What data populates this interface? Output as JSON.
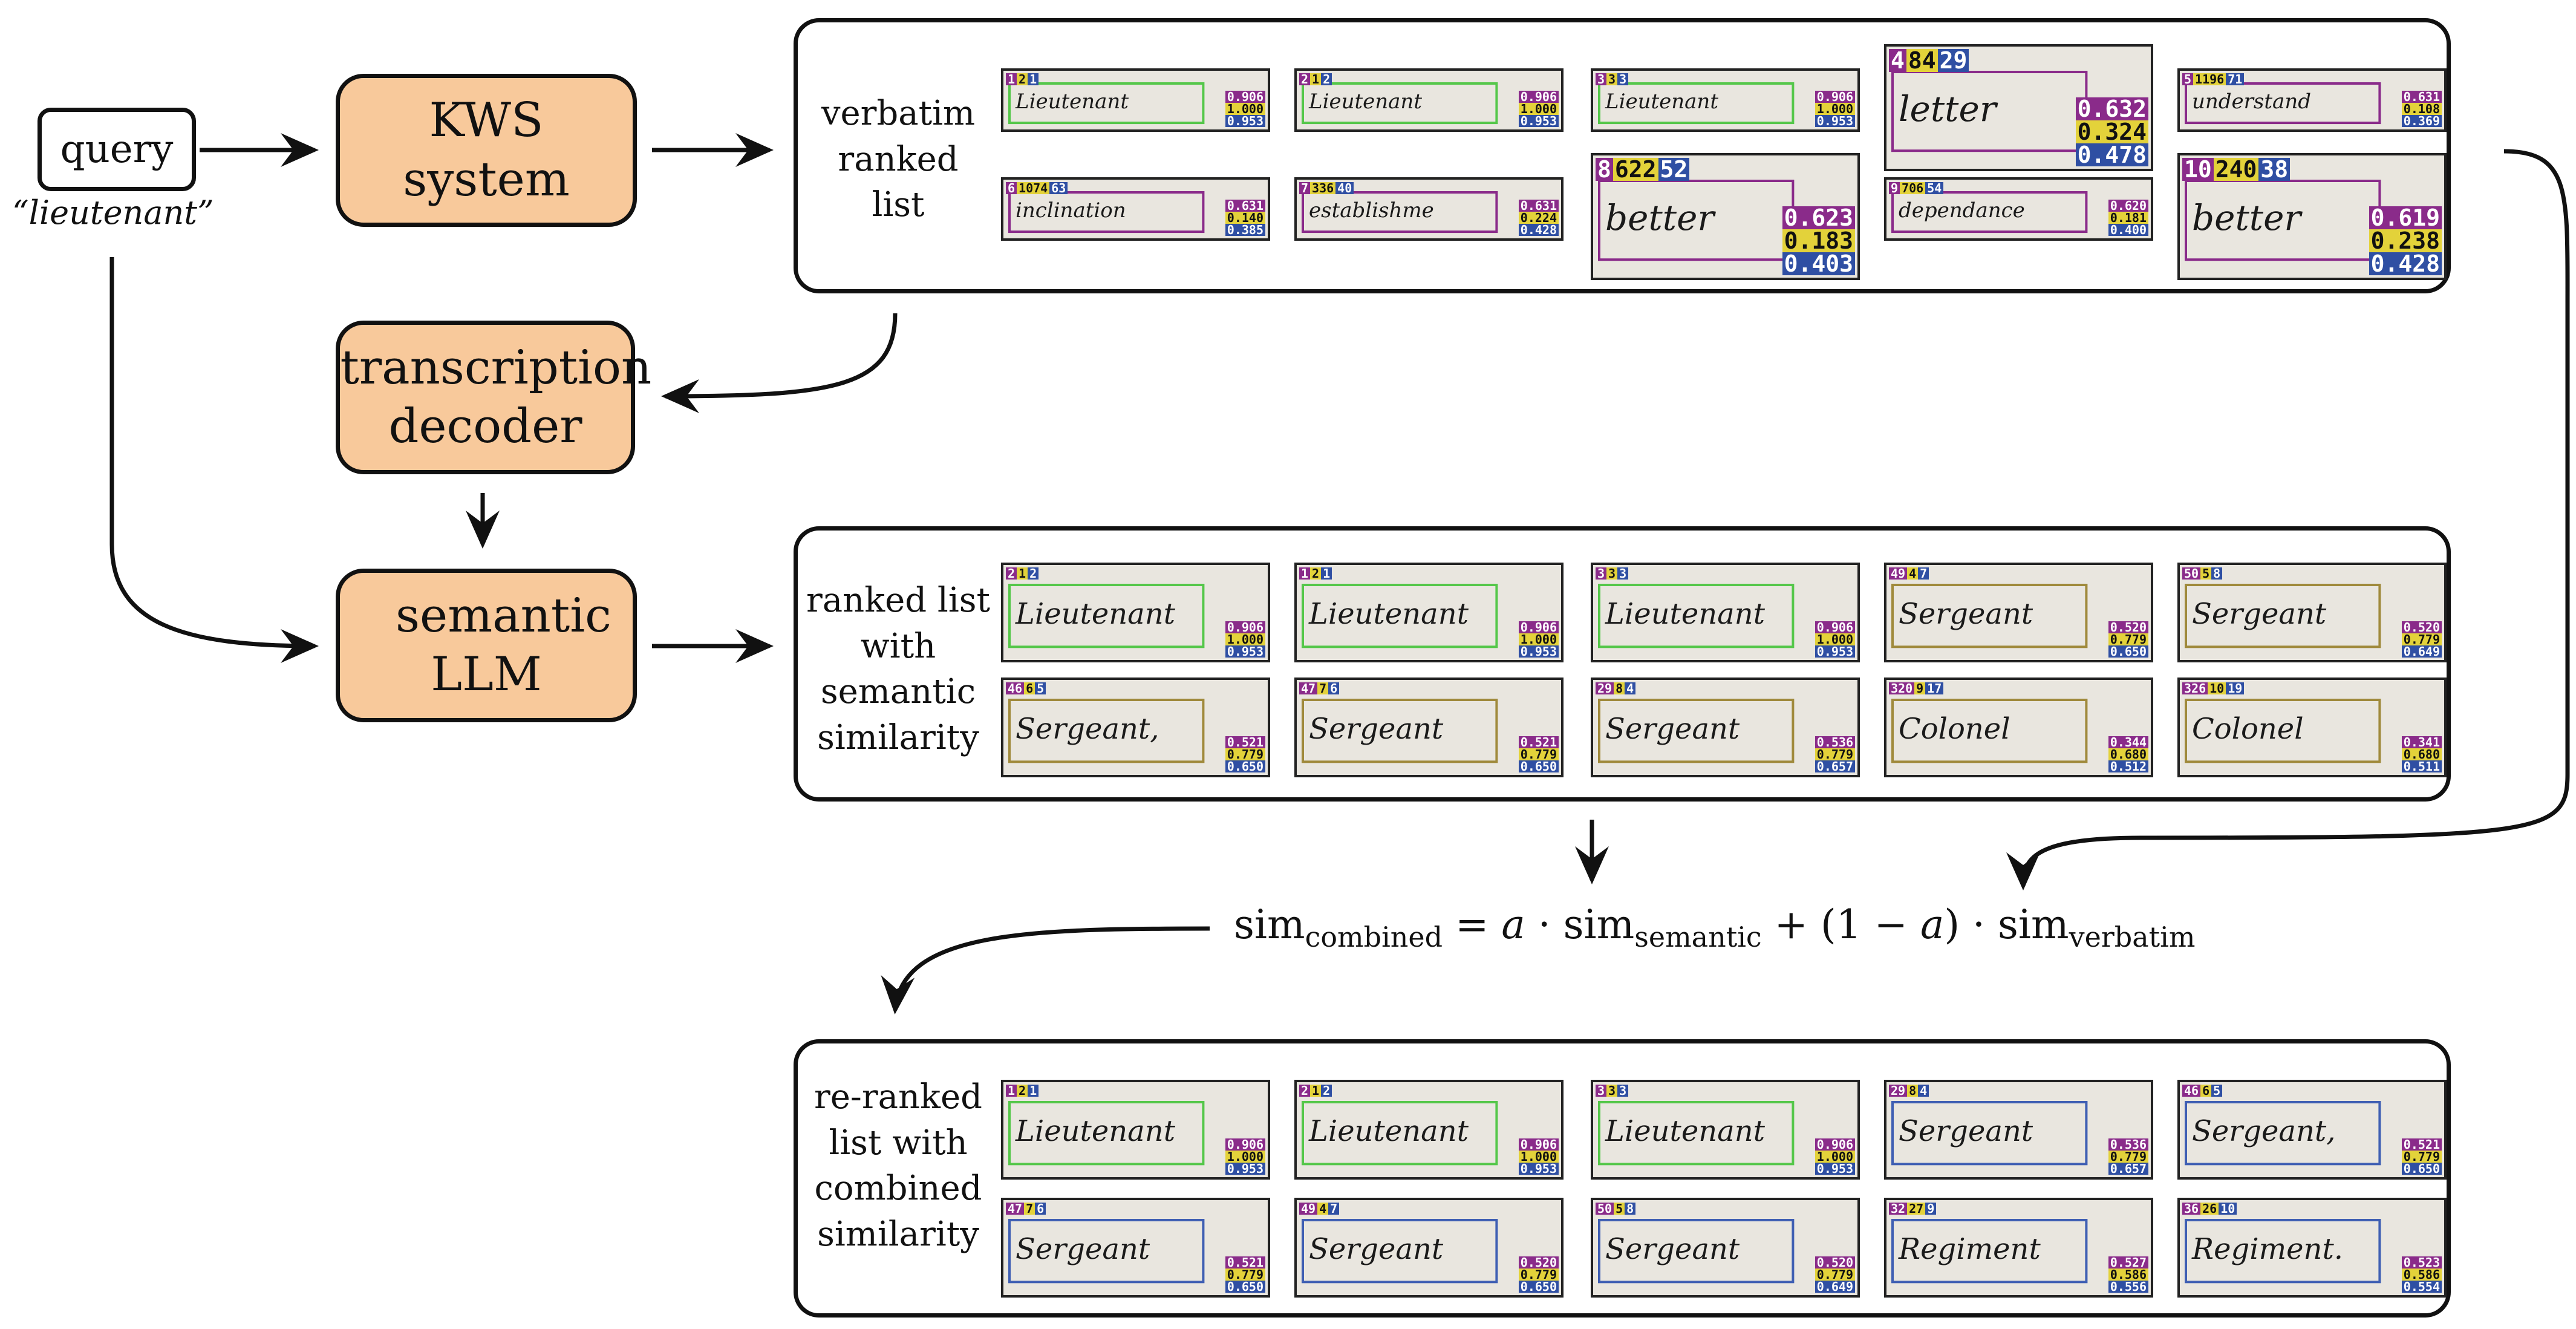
{
  "query": {
    "label": "query",
    "term": "“lieutenant”"
  },
  "processes": {
    "kws": "KWS system",
    "decoder": "transcription decoder",
    "llm": "semantic LLM"
  },
  "panels": [
    {
      "label": "verbatim ranked list",
      "thumbs": [
        {
          "word": "Lieutenant",
          "rank": [
            "1",
            "2",
            "1"
          ],
          "scores": [
            "0.906",
            "1.000",
            "0.953"
          ],
          "box": "#55c74a"
        },
        {
          "word": "Lieutenant",
          "rank": [
            "2",
            "1",
            "2"
          ],
          "scores": [
            "0.906",
            "1.000",
            "0.953"
          ],
          "box": "#55c74a"
        },
        {
          "word": "Lieutenant",
          "rank": [
            "3",
            "3",
            "3"
          ],
          "scores": [
            "0.906",
            "1.000",
            "0.953"
          ],
          "box": "#55c74a"
        },
        {
          "word": "letter",
          "rank": [
            "4",
            "84",
            "29"
          ],
          "scores": [
            "0.632",
            "0.324",
            "0.478"
          ],
          "box": "#8a2b8a"
        },
        {
          "word": "understand",
          "rank": [
            "5",
            "1196",
            "71"
          ],
          "scores": [
            "0.631",
            "0.108",
            "0.369"
          ],
          "box": "#8a2b8a"
        },
        {
          "word": "inclination",
          "rank": [
            "6",
            "1074",
            "63"
          ],
          "scores": [
            "0.631",
            "0.140",
            "0.385"
          ],
          "box": "#8a2b8a"
        },
        {
          "word": "establishme",
          "rank": [
            "7",
            "336",
            "40"
          ],
          "scores": [
            "0.631",
            "0.224",
            "0.428"
          ],
          "box": "#8a2b8a"
        },
        {
          "word": "better",
          "rank": [
            "8",
            "622",
            "52"
          ],
          "scores": [
            "0.623",
            "0.183",
            "0.403"
          ],
          "box": "#8a2b8a"
        },
        {
          "word": "dependance",
          "rank": [
            "9",
            "706",
            "54"
          ],
          "scores": [
            "0.620",
            "0.181",
            "0.400"
          ],
          "box": "#8a2b8a"
        },
        {
          "word": "better",
          "rank": [
            "10",
            "240",
            "38"
          ],
          "scores": [
            "0.619",
            "0.238",
            "0.428"
          ],
          "box": "#8a2b8a"
        }
      ]
    },
    {
      "label": "ranked list with semantic similarity",
      "thumbs": [
        {
          "word": "Lieutenant",
          "rank": [
            "2",
            "1",
            "2"
          ],
          "scores": [
            "0.906",
            "1.000",
            "0.953"
          ],
          "box": "#55c74a"
        },
        {
          "word": "Lieutenant",
          "rank": [
            "1",
            "2",
            "1"
          ],
          "scores": [
            "0.906",
            "1.000",
            "0.953"
          ],
          "box": "#55c74a"
        },
        {
          "word": "Lieutenant",
          "rank": [
            "3",
            "3",
            "3"
          ],
          "scores": [
            "0.906",
            "1.000",
            "0.953"
          ],
          "box": "#55c74a"
        },
        {
          "word": "Sergeant",
          "rank": [
            "49",
            "4",
            "7"
          ],
          "scores": [
            "0.520",
            "0.779",
            "0.650"
          ],
          "box": "#a08a3c"
        },
        {
          "word": "Sergeant",
          "rank": [
            "50",
            "5",
            "8"
          ],
          "scores": [
            "0.520",
            "0.779",
            "0.649"
          ],
          "box": "#a08a3c"
        },
        {
          "word": "Sergeant,",
          "rank": [
            "46",
            "6",
            "5"
          ],
          "scores": [
            "0.521",
            "0.779",
            "0.650"
          ],
          "box": "#a08a3c"
        },
        {
          "word": "Sergeant",
          "rank": [
            "47",
            "7",
            "6"
          ],
          "scores": [
            "0.521",
            "0.779",
            "0.650"
          ],
          "box": "#a08a3c"
        },
        {
          "word": "Sergeant",
          "rank": [
            "29",
            "8",
            "4"
          ],
          "scores": [
            "0.536",
            "0.779",
            "0.657"
          ],
          "box": "#a08a3c"
        },
        {
          "word": "Colonel",
          "rank": [
            "320",
            "9",
            "17"
          ],
          "scores": [
            "0.344",
            "0.680",
            "0.512"
          ],
          "box": "#a08a3c"
        },
        {
          "word": "Colonel",
          "rank": [
            "326",
            "10",
            "19"
          ],
          "scores": [
            "0.341",
            "0.680",
            "0.511"
          ],
          "box": "#a08a3c"
        }
      ]
    },
    {
      "label": "re-ranked list with combined similarity",
      "thumbs": [
        {
          "word": "Lieutenant",
          "rank": [
            "1",
            "2",
            "1"
          ],
          "scores": [
            "0.906",
            "1.000",
            "0.953"
          ],
          "box": "#55c74a"
        },
        {
          "word": "Lieutenant",
          "rank": [
            "2",
            "1",
            "2"
          ],
          "scores": [
            "0.906",
            "1.000",
            "0.953"
          ],
          "box": "#55c74a"
        },
        {
          "word": "Lieutenant",
          "rank": [
            "3",
            "3",
            "3"
          ],
          "scores": [
            "0.906",
            "1.000",
            "0.953"
          ],
          "box": "#55c74a"
        },
        {
          "word": "Sergeant",
          "rank": [
            "29",
            "8",
            "4"
          ],
          "scores": [
            "0.536",
            "0.779",
            "0.657"
          ],
          "box": "#3f5fb3"
        },
        {
          "word": "Sergeant,",
          "rank": [
            "46",
            "6",
            "5"
          ],
          "scores": [
            "0.521",
            "0.779",
            "0.650"
          ],
          "box": "#3f5fb3"
        },
        {
          "word": "Sergeant",
          "rank": [
            "47",
            "7",
            "6"
          ],
          "scores": [
            "0.521",
            "0.779",
            "0.650"
          ],
          "box": "#3f5fb3"
        },
        {
          "word": "Sergeant",
          "rank": [
            "49",
            "4",
            "7"
          ],
          "scores": [
            "0.520",
            "0.779",
            "0.650"
          ],
          "box": "#3f5fb3"
        },
        {
          "word": "Sergeant",
          "rank": [
            "50",
            "5",
            "8"
          ],
          "scores": [
            "0.520",
            "0.779",
            "0.649"
          ],
          "box": "#3f5fb3"
        },
        {
          "word": "Regiment",
          "rank": [
            "32",
            "27",
            "9"
          ],
          "scores": [
            "0.527",
            "0.586",
            "0.556"
          ],
          "box": "#3f5fb3"
        },
        {
          "word": "Regiment.",
          "rank": [
            "36",
            "26",
            "10"
          ],
          "scores": [
            "0.523",
            "0.586",
            "0.554"
          ],
          "box": "#3f5fb3"
        }
      ]
    }
  ],
  "formula": {
    "lhs": "sim",
    "lhs_sub": "combined",
    "eq": " = ",
    "a": "a",
    "dot": " · ",
    "sim1": "sim",
    "sub1": "semantic",
    "plus": " + (1 − ",
    "a2": "a",
    "close": ") · ",
    "sim2": "sim",
    "sub2": "verbatim"
  }
}
